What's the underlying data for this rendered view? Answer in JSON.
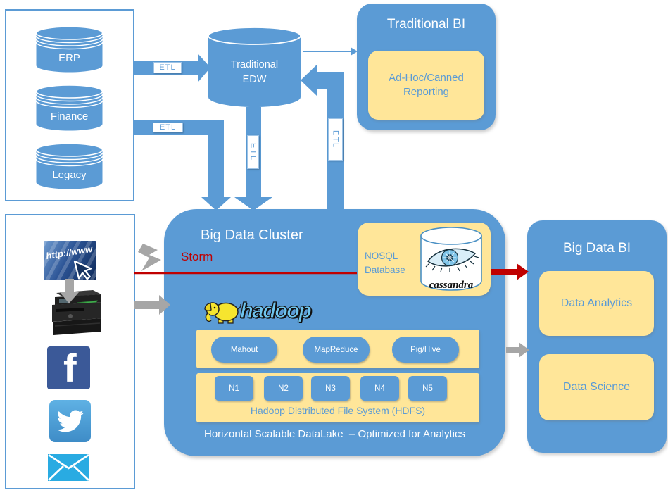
{
  "colors": {
    "primary_blue": "#5B9BD5",
    "panel_yellow": "#FFE699",
    "storm_red": "#C00000",
    "arrow_gray": "#A6A6A6",
    "label_blue": "#5B9BD5",
    "facebook_blue": "#3B5998",
    "twitter_blue": "#4AA0D8",
    "email_cyan": "#29ABE2",
    "hadoop_wordmark_blue": "#6FC5EE"
  },
  "labels": {
    "etl": "ETL"
  },
  "source_systems": {
    "erp": "ERP",
    "finance": "Finance",
    "legacy": "Legacy"
  },
  "edw": {
    "label": "Traditional EDW"
  },
  "traditional_bi": {
    "title": "Traditional BI",
    "reporting": "Ad-Hoc/Canned Reporting"
  },
  "cluster": {
    "title": "Big Data Cluster",
    "storm": "Storm",
    "nosql": "NOSQL Database",
    "cassandra": "cassandra",
    "hadoop": "hadoop",
    "tools": [
      "Mahout",
      "MapReduce",
      "Pig/Hive"
    ],
    "nodes": [
      "N1",
      "N2",
      "N3",
      "N4",
      "N5"
    ],
    "hdfs": "Hadoop Distributed File System (HDFS)",
    "caption": "Horizontal Scalable DataLake  – Optimized for Analytics"
  },
  "big_data_bi": {
    "title": "Big Data BI",
    "analytics": "Data Analytics",
    "science": "Data Science"
  },
  "web_icon": {
    "label": "http://www"
  },
  "facebook_glyph": "f"
}
